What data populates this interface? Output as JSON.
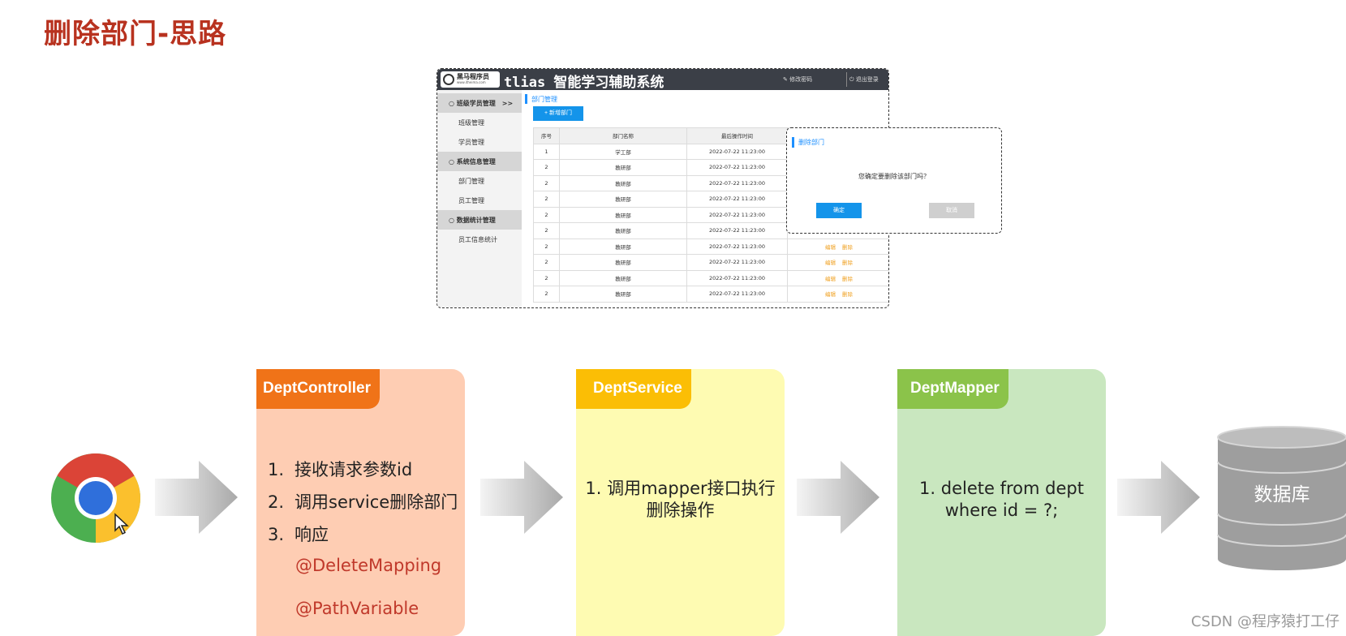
{
  "title": "删除部门-思路",
  "screenshot": {
    "logo_text": "黑马程序员",
    "logo_sub": "www.itheima.com",
    "system_title": "tlias 智能学习辅助系统",
    "header_links": [
      "修改密码",
      "退出登录"
    ],
    "sidebar": [
      {
        "label": "○ 班级学员管理　>>",
        "group": true
      },
      {
        "label": "班级管理",
        "group": false
      },
      {
        "label": "学员管理",
        "group": false
      },
      {
        "label": "○ 系统信息管理",
        "group": true
      },
      {
        "label": "部门管理",
        "group": false
      },
      {
        "label": "员工管理",
        "group": false
      },
      {
        "label": "○ 数据统计管理",
        "group": true
      },
      {
        "label": "员工信息统计",
        "group": false
      }
    ],
    "breadcrumb": "部门管理",
    "add_button": "+ 新增部门",
    "table": {
      "columns": [
        "序号",
        "部门名称",
        "最后操作时间",
        ""
      ],
      "rows": [
        [
          "1",
          "学工部",
          "2022-07-22 11:23:00"
        ],
        [
          "2",
          "教研部",
          "2022-07-22 11:23:00"
        ],
        [
          "2",
          "教研部",
          "2022-07-22 11:23:00"
        ],
        [
          "2",
          "教研部",
          "2022-07-22 11:23:00"
        ],
        [
          "2",
          "教研部",
          "2022-07-22 11:23:00"
        ],
        [
          "2",
          "教研部",
          "2022-07-22 11:23:00"
        ],
        [
          "2",
          "教研部",
          "2022-07-22 11:23:00"
        ],
        [
          "2",
          "教研部",
          "2022-07-22 11:23:00"
        ],
        [
          "2",
          "教研部",
          "2022-07-22 11:23:00"
        ],
        [
          "2",
          "教研部",
          "2022-07-22 11:23:00"
        ]
      ],
      "ops": [
        "编辑",
        "删除"
      ]
    },
    "dialog": {
      "title": "删除部门",
      "message": "您确定要删除该部门吗？",
      "ok": "确定",
      "cancel": "取消"
    }
  },
  "flow": {
    "controller": {
      "name": "DeptController",
      "steps": [
        {
          "num": "1.",
          "text": "接收请求参数id"
        },
        {
          "num": "2.",
          "text": "调用service删除部门"
        },
        {
          "num": "3.",
          "text": "响应"
        }
      ],
      "annotations": [
        "@DeleteMapping",
        "@PathVariable"
      ]
    },
    "service": {
      "name": "DeptService",
      "step_line1": "1.  调用mapper接口执行",
      "step_line2": "删除操作"
    },
    "mapper": {
      "name": "DeptMapper",
      "step_line1": "1.  delete from dept",
      "step_line2": "where id = ?;"
    },
    "database": "数据库"
  },
  "colors": {
    "title": "#b8321f",
    "controller_tab": "#f07318",
    "controller_body": "#fecdb3",
    "service_tab": "#fbbe05",
    "service_body": "#fefbb2",
    "mapper_tab": "#8bc34a",
    "mapper_body": "#c9e7bf",
    "annotation": "#c0392b",
    "primary_button": "#1494ea"
  },
  "watermark": "CSDN @程序猿打工仔"
}
